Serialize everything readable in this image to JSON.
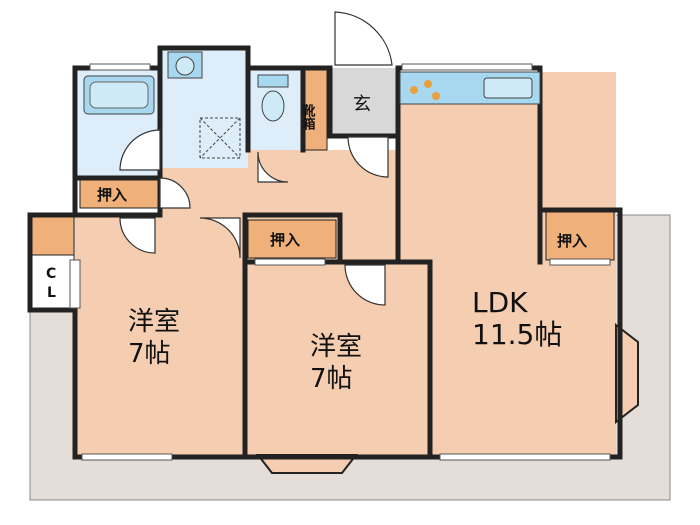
{
  "rooms": {
    "western1": {
      "name": "洋室",
      "size": "7帖"
    },
    "western2": {
      "name": "洋室",
      "size": "7帖"
    },
    "ldk": {
      "name": "LDK",
      "size": "11.5帖"
    }
  },
  "storage": {
    "closet_bath": "押入",
    "closet_western2": "押入",
    "closet_ldk": "押入",
    "cl_letter1": "C",
    "cl_letter2": "L",
    "shoe_box": "靴箱",
    "entrance": "玄"
  },
  "colors": {
    "room_floor": "#f5cdb0",
    "wet_area": "#ddeefa",
    "closet": "#f0b07a",
    "entrance_floor": "#d8d8d8",
    "balcony": "#e5ddd8",
    "wall": "#222222",
    "fixture": "#a8d8ef"
  },
  "icons": [
    "bathtub-icon",
    "toilet-icon",
    "kitchen-sink-icon",
    "stove-icon",
    "washbasin-icon"
  ]
}
